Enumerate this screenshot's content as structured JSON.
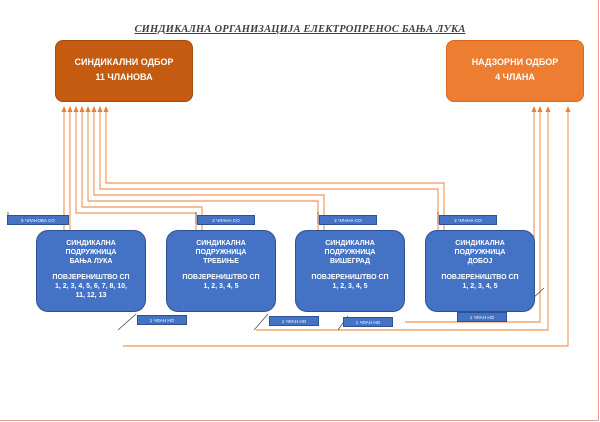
{
  "title": "СИНДИКАЛНА ОРГАНИЗАЦИЈА ЕЛЕКТРОПРЕНОС БАЊА ЛУКА",
  "main_board": {
    "line1": "СИНДИКАЛНИ ОДБОР",
    "line2": "11 ЧЛАНОВА"
  },
  "supervisory_board": {
    "line1": "НАДЗОРНИ ОДБОР",
    "line2": "4 ЧЛАНА"
  },
  "branches": [
    {
      "line1": "СИНДИКАЛНА",
      "line2": "ПОДРУЖНИЦА",
      "line3": "БАЊА ЛУКА",
      "trustees_label": "ПОВЈЕРЕНИШТВО СП",
      "trustees_1": "1, 2, 3, 4, 5, 6, 7, 8, 10,",
      "trustees_2": "11, 12, 13",
      "so_tag": "5 ЧЛАНОВА СО",
      "no_tag": "1 ЧЛАН НО"
    },
    {
      "line1": "СИНДИКАЛНА",
      "line2": "ПОДРУЖНИЦА",
      "line3": "ТРЕБИЊЕ",
      "trustees_label": "ПОВЈЕРЕНИШТВО СП",
      "trustees_1": "1, 2, 3, 4, 5",
      "trustees_2": "",
      "so_tag": "2 ЧЛАНА СО",
      "no_tag": "1 ЧЛАН НО"
    },
    {
      "line1": "СИНДИКАЛНА",
      "line2": "ПОДРУЖНИЦА",
      "line3": "ВИШЕГРАД",
      "trustees_label": "ПОВЈЕРЕНИШТВО СП",
      "trustees_1": "1, 2, 3, 4, 5",
      "trustees_2": "",
      "so_tag": "2 ЧЛАНА СО",
      "no_tag": "1 ЧЛАН НО"
    },
    {
      "line1": "СИНДИКАЛНА",
      "line2": "ПОДРУЖНИЦА",
      "line3": "ДОБОЈ",
      "trustees_label": "ПОВЈЕРЕНИШТВО СП",
      "trustees_1": "1, 2, 3, 4, 5",
      "trustees_2": "",
      "so_tag": "2 ЧЛАНА СО",
      "no_tag": "1 ЧЛАН НО"
    }
  ],
  "colors": {
    "main_board": "#c55a11",
    "supervisory_board": "#ed7d31",
    "branch": "#4472c4",
    "connector": "#ed7d31"
  }
}
